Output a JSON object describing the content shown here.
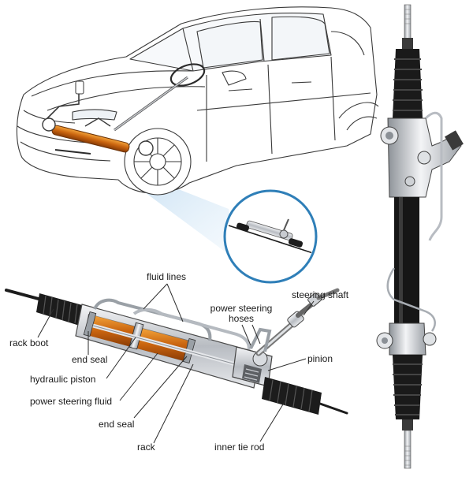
{
  "labels": {
    "fluid_lines": "fluid lines",
    "power_steering_hoses": "power steering hoses",
    "steering_shaft": "steering shaft",
    "rack_boot": "rack boot",
    "end_seal_top": "end seal",
    "pinion": "pinion",
    "hydraulic_piston": "hydraulic piston",
    "power_steering_fluid": "power steering fluid",
    "end_seal_bottom": "end seal",
    "rack": "rack",
    "inner_tie_rod": "inner tie rod"
  },
  "colors": {
    "line": "#2b2b2b",
    "fluid": "#d8781a",
    "accent": "#4a8fc9",
    "callout_ring": "#2f7fb8",
    "rubber": "#1c1c1c",
    "metal": "#c8cbd0"
  }
}
